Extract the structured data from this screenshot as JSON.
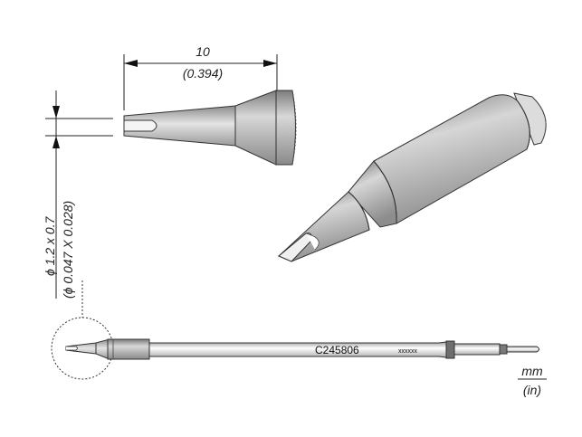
{
  "drawing": {
    "part_number": "C245806",
    "serial_placeholder": "xxxxxx",
    "length_dimension": {
      "mm": "10",
      "in": "(0.394)"
    },
    "tip_dimension": {
      "mm": "ϕ 1.2 x 0.7",
      "in": "(ϕ 0.047 X 0.028)"
    },
    "units": {
      "primary": "mm",
      "secondary": "(in)"
    },
    "views": [
      "tip-side-profile",
      "tip-isometric",
      "full-cartridge-side"
    ]
  },
  "colors": {
    "body_dark": "#7a7a7a",
    "body_mid": "#b8b8b8",
    "body_light": "#e8e8e8",
    "outline": "#333333",
    "band": "#6e6e6e"
  }
}
